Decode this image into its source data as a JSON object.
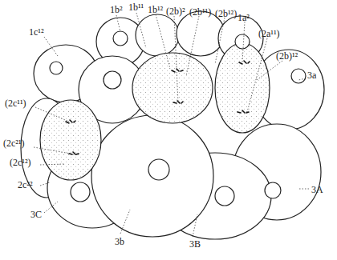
{
  "diagram": {
    "labels": [
      "1b²",
      "1b¹¹",
      "1b¹²",
      "(2b)²",
      "(2b¹¹)",
      "(2b¹²)",
      "1a²",
      "(2a¹¹)",
      "(2b)¹²",
      "3a",
      "3A",
      "1c¹²",
      "(2c¹¹)",
      "(2c²¹)",
      "(2c¹²)",
      "2c²²",
      "3C",
      "3b",
      "3B"
    ]
  }
}
